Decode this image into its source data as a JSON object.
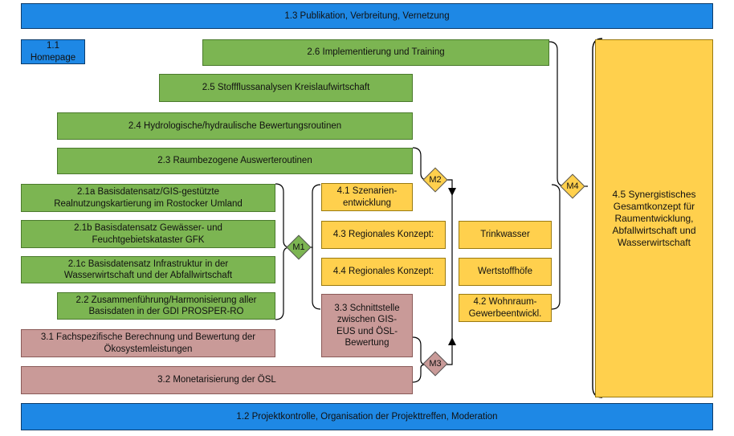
{
  "boxes": {
    "b13": "1.3 Publikation, Verbreitung, Vernetzung",
    "b11": "1.1\nHomepage",
    "b26": "2.6 Implementierung und Training",
    "b25": "2.5 Stoffflussanalysen Kreislaufwirtschaft",
    "b24": "2.4 Hydrologische/hydraulische Bewertungsroutinen",
    "b23": "2.3 Raumbezogene Auswerteroutinen",
    "b21a": "2.1a Basisdatensatz/GIS-gestützte\nRealnutzungskartierung im Rostocker Umland",
    "b21b": "2.1b Basisdatensatz Gewässer- und\nFeuchtgebietskataster GFK",
    "b21c": "2.1c Basisdatensatz Infrastruktur in der\nWasserwirtschaft und der Abfallwirtschaft",
    "b22": "2.2 Zusammenführung/Harmonisierung aller\nBasisdaten in der GDI PROSPER-RO",
    "b31": "3.1 Fachspezifische Berechnung und Bewertung der\nÖkosystemleistungen",
    "b32": "3.2 Monetarisierung der ÖSL",
    "b33": "3.3 Schnittstelle\nzwischen GIS-\nEUS und ÖSL-\nBewertung",
    "b41": "4.1 Szenarien-\nentwicklung",
    "b43": "4.3 Regionales Konzept:",
    "b44": "4.4 Regionales Konzept:",
    "trinkwasser": "Trinkwasser",
    "wertstoff": "Wertstoffhöfe",
    "b42": "4.2 Wohnraum-\nGewerbeentwickl.",
    "b45": "4.5 Synergistisches\nGesamtkonzept für\nRaumentwicklung,\nAbfallwirtschaft und\nWasserwirtschaft",
    "b12": "1.2 Projektkontrolle, Organisation der Projekttreffen, Moderation"
  },
  "milestones": {
    "m1": "M1",
    "m2": "M2",
    "m3": "M3",
    "m4": "M4"
  },
  "colors": {
    "blue": "#1e88e5",
    "green": "#7cb552",
    "pink": "#c99a98",
    "yellow": "#ffd04d"
  }
}
